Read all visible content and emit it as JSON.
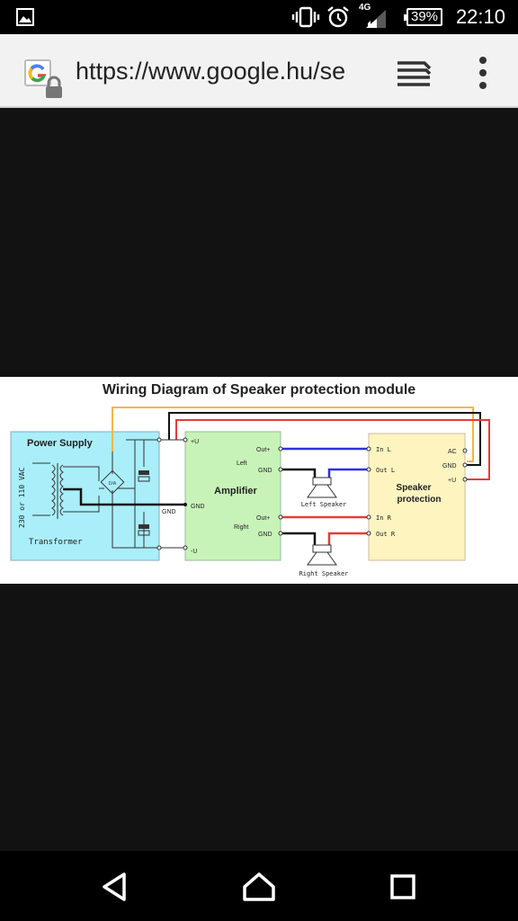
{
  "status_bar": {
    "network": "4G",
    "battery": "39%",
    "time": "22:10",
    "icons": [
      "image-notification-icon",
      "vibrate-icon",
      "alarm-icon",
      "signal-icon",
      "battery-icon"
    ]
  },
  "browser": {
    "url": "https://www.google.hu/se",
    "icons": [
      "google-secure-site-icon",
      "tabs-switcher-icon",
      "overflow-menu-icon"
    ]
  },
  "diagram": {
    "title": "Wiring Diagram of Speaker protection module",
    "power_supply": {
      "title": "Power Supply",
      "transformer": "Transformer",
      "input": "230 or 110 VAC",
      "bridge": "D/A",
      "gnd": "GND"
    },
    "amplifier": {
      "title": "Amplifier",
      "plus_v": "+U",
      "gnd": "GND",
      "minus_v": "-U",
      "left": "Left",
      "right": "Right",
      "out_plus": "Out+",
      "out_gnd": "GND"
    },
    "speakers": {
      "left": "Left Speaker",
      "right": "Right Speaker"
    },
    "protection": {
      "title_1": "Speaker",
      "title_2": "protection",
      "in_l": "In L",
      "out_l": "Out L",
      "in_r": "In R",
      "out_r": "Out R",
      "ac": "AC",
      "gnd": "GND",
      "plus_v": "+U"
    },
    "colors": {
      "power_supply_fill": "#a9eef9",
      "amplifier_fill": "#c8f3b8",
      "protection_fill": "#fdf4c0",
      "wire_ac": "#f4b54a",
      "wire_plus": "#e83b3b",
      "wire_left": "#2f2fe6",
      "wire_ground": "#111111"
    }
  },
  "nav_bar": {
    "icons": [
      "back-icon",
      "home-icon",
      "recents-icon"
    ]
  }
}
